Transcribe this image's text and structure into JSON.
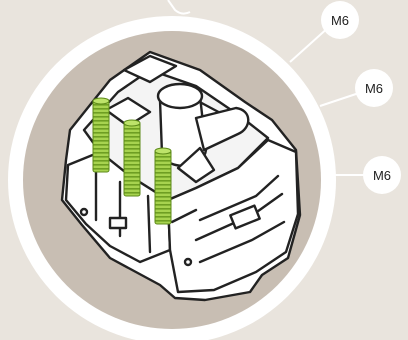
{
  "colors": {
    "background": "#e9e4dd",
    "ring": "#ffffff",
    "disc": "#c8beb3",
    "outline": "#222222",
    "screw_fill": "#a7d34f",
    "screw_thread": "#6e9e22",
    "leader": "#ffffff"
  },
  "callouts": [
    {
      "label": "M6",
      "icon": "label-bubble"
    },
    {
      "label": "M6",
      "icon": "label-bubble"
    },
    {
      "label": "M6",
      "icon": "label-bubble"
    }
  ],
  "parts": {
    "main": "locking-block-icon",
    "fasteners": "green-screw-icon"
  }
}
